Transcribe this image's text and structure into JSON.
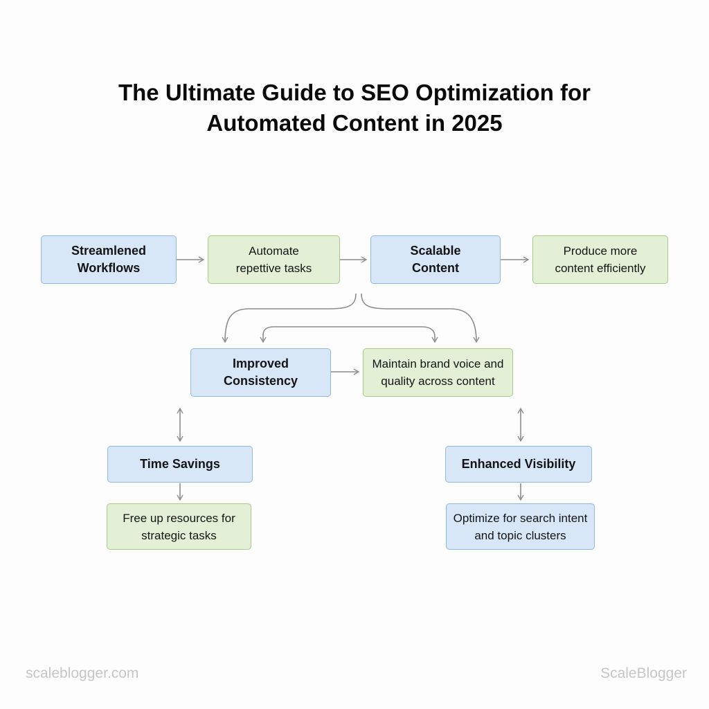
{
  "title": {
    "line1": "The Ultimate Guide to SEO Optimization for",
    "line2": "Automated Content in 2025"
  },
  "nodes": {
    "streamlined": "Streamlened\nWorkflows",
    "automate": "Automate\nrepettive tasks",
    "scalable": "Scalable\nContent",
    "produce": "Produce more\ncontent efficiently",
    "improved": "Improved\nConsistency",
    "maintain": "Maintain brand voice and\nquality across content",
    "time_savings": "Time Savings",
    "free_up": "Free up resources for\nstrategic tasks",
    "enhanced": "Enhanced Visibility",
    "optimize": "Optimize for search intent\nand topic clusters"
  },
  "footer": {
    "left": "scaleblogger.com",
    "right": "ScaleBlogger"
  },
  "colors": {
    "blue_fill": "#d7e7f7",
    "blue_border": "#8fb8e0",
    "green_fill": "#e3f0d6",
    "green_border": "#a4cc86",
    "connector": "#8c8c8c"
  }
}
